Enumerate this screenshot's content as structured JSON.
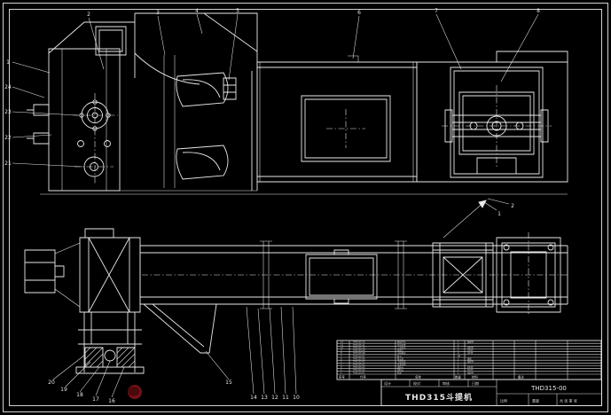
{
  "colors": {
    "background": "#000000",
    "line": "#e8e8e8",
    "logo_red": "#7a1016",
    "logo_red_dark": "#470a0e"
  },
  "sheet": {
    "drawing_title": "THD315斗提机",
    "drawing_number": "THD315-00"
  },
  "title_block": {
    "design_label": "设计",
    "check_label": "校对",
    "approve_label": "审核",
    "date_label": "日期",
    "scale_label": "比例",
    "weight_label": "重量",
    "sheet_label": "共 张 第 张"
  },
  "bom": {
    "headers": {
      "no": "序号",
      "code": "代号",
      "name": "名称",
      "qty": "数量",
      "material": "材料",
      "note": "备注"
    },
    "rows": [
      {
        "no": "12",
        "code": "THD315-12",
        "name": "驱动平台",
        "qty": "1",
        "material": "组焊件"
      },
      {
        "no": "11",
        "code": "THD315-11",
        "name": "传动装置",
        "qty": "1",
        "material": ""
      },
      {
        "no": "10",
        "code": "THD315-10",
        "name": "上部区段",
        "qty": "1",
        "material": "组焊件"
      },
      {
        "no": "9",
        "code": "THD315-09",
        "name": "检视门",
        "qty": "2",
        "material": "Q235"
      },
      {
        "no": "8",
        "code": "THD315-08",
        "name": "中间机壳",
        "qty": "4",
        "material": "Q235"
      },
      {
        "no": "7",
        "code": "THD315-07",
        "name": "料斗",
        "qty": "46",
        "material": ""
      },
      {
        "no": "6",
        "code": "THD315-06",
        "name": "畚斗带",
        "qty": "1",
        "material": "橡胶"
      },
      {
        "no": "5",
        "code": "THD315-05",
        "name": "下部区段",
        "qty": "1",
        "material": "组焊件"
      },
      {
        "no": "4",
        "code": "THD315-04",
        "name": "张紧装置",
        "qty": "1",
        "material": ""
      },
      {
        "no": "3",
        "code": "THD315-03",
        "name": "进料斗",
        "qty": "1",
        "material": "Q235"
      },
      {
        "no": "2",
        "code": "THD315-02",
        "name": "卸料口",
        "qty": "1",
        "material": "Q235"
      },
      {
        "no": "1",
        "code": "THD315-01",
        "name": "机座",
        "qty": "1",
        "material": "组焊件"
      }
    ]
  },
  "callouts": [
    "2",
    "3",
    "4",
    "5",
    "6",
    "7",
    "8",
    "1",
    "24",
    "23",
    "22",
    "21",
    "1",
    "2",
    "20",
    "19",
    "18",
    "17",
    "16",
    "15",
    "14",
    "13",
    "12",
    "11",
    "10"
  ]
}
